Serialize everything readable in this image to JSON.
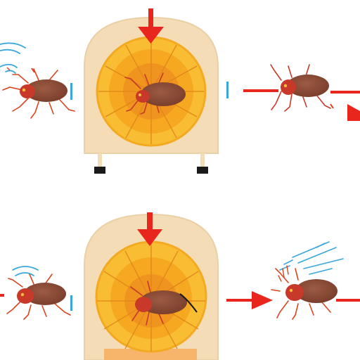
{
  "diagram": {
    "rows": [
      {
        "id": "top",
        "heater": {
          "arrow": "down-arrow"
        },
        "left_bug": {
          "state": "normal"
        },
        "center_bug": {
          "state": "in-heat"
        },
        "right_bug": {
          "state": "normal",
          "exit_arrow": "right-arrow"
        }
      },
      {
        "id": "bottom",
        "heater": {
          "arrow": "down-arrow"
        },
        "left_bug": {
          "state": "normal"
        },
        "center_bug": {
          "state": "in-heat"
        },
        "right_bug": {
          "state": "agitated",
          "entry_arrow": "right-arrow"
        }
      }
    ]
  },
  "colors": {
    "arrow_red": "#e8261e",
    "heater_frame": "#f4dcb6",
    "heater_frame_dark": "#ead0a6",
    "heat_outer": "#f7b52a",
    "heat_mid": "#f5a51d",
    "heat_core": "#ee8f1e",
    "bug_body": "#8a4a36",
    "bug_head": "#c8392a",
    "bug_legs": "#d9451f",
    "motion_blue": "#3aa7dc",
    "foot_black": "#1a1a1a"
  }
}
